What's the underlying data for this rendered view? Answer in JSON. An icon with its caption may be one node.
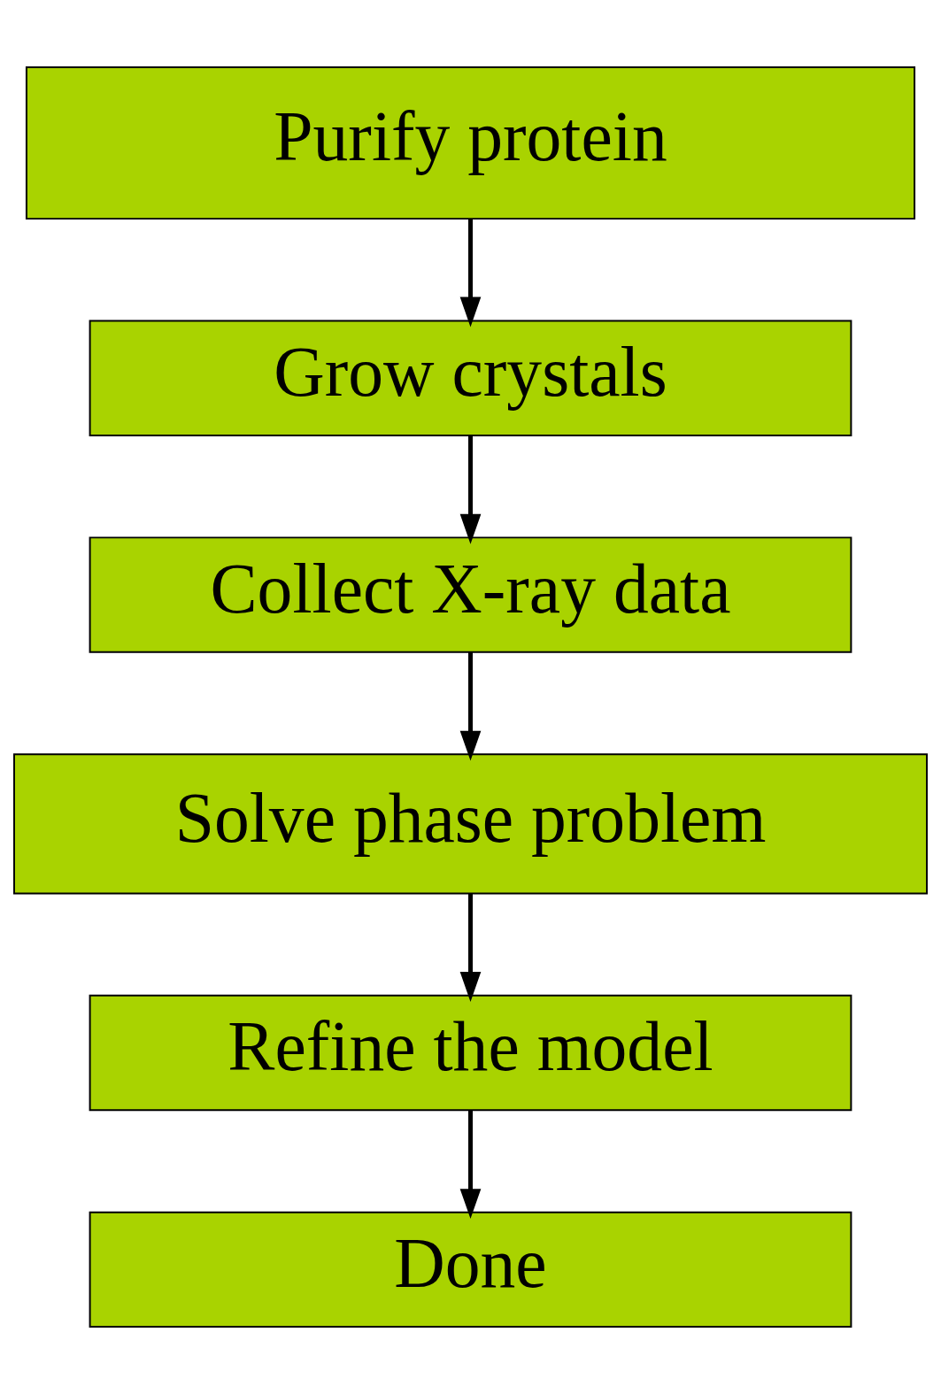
{
  "diagram": {
    "nodes": [
      {
        "text": [
          "Purify protein"
        ]
      },
      {
        "text": [
          "Grow crystals"
        ]
      },
      {
        "text": [
          "Collect X-ray data"
        ]
      },
      {
        "text": [
          "Solve phase problem"
        ]
      },
      {
        "text": [
          "Refine the model"
        ]
      },
      {
        "text": [
          "Done"
        ]
      }
    ],
    "edges": [
      {
        "from": 0,
        "to": 1,
        "arrow": "to"
      },
      {
        "from": 1,
        "to": 2,
        "arrow": "to"
      },
      {
        "from": 2,
        "to": 3,
        "arrow": "to"
      },
      {
        "from": 3,
        "to": 4,
        "arrow": "to"
      },
      {
        "from": 4,
        "to": 5,
        "arrow": "to"
      }
    ]
  }
}
